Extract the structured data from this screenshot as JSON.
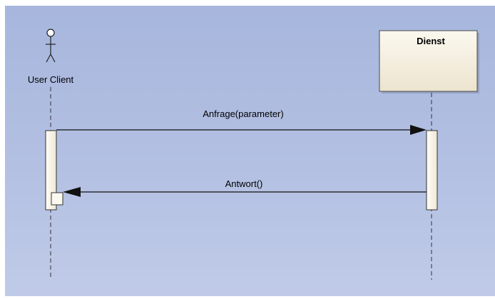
{
  "diagram": {
    "type": "sequence",
    "participants": {
      "actor": {
        "name": "User Client",
        "kind": "actor"
      },
      "service": {
        "name": "Dienst",
        "kind": "component"
      }
    },
    "messages": [
      {
        "label": "Anfrage(parameter)",
        "from": "User Client",
        "to": "Dienst",
        "style": "solid"
      },
      {
        "label": "Antwort()",
        "from": "Dienst",
        "to": "User Client",
        "style": "solid"
      }
    ]
  }
}
